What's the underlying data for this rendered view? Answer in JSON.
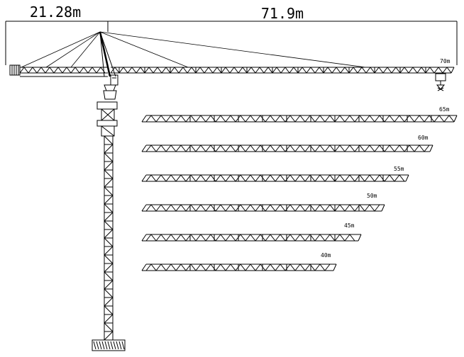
{
  "dimensions": {
    "counter_jib": "21.28m",
    "main_jib": "71.9m"
  },
  "jib_lengths": [
    "70m",
    "65m",
    "60m",
    "55m",
    "50m",
    "45m",
    "40m"
  ],
  "colors": {
    "line": "#000000",
    "background": "#ffffff"
  }
}
